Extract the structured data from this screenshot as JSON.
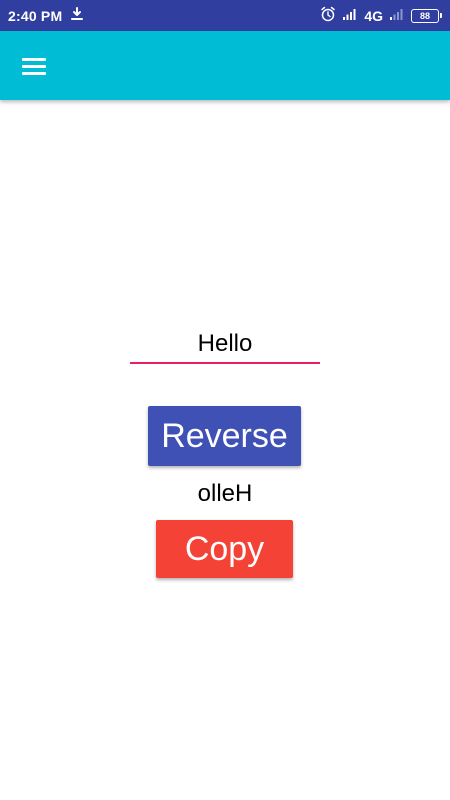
{
  "status_bar": {
    "time": "2:40 PM",
    "network": "4G",
    "battery": "88",
    "icons": [
      "download-icon",
      "alarm-icon",
      "signal-icon",
      "signal-weak-icon"
    ],
    "background_color": "#303F9F"
  },
  "toolbar": {
    "background_color": "#00BCD4",
    "menu_icon": "hamburger-menu-icon"
  },
  "main": {
    "input_value": "Hello",
    "reverse_label": "Reverse",
    "result_text": "olleH",
    "copy_label": "Copy"
  },
  "colors": {
    "input_underline": "#E91E63",
    "reverse_button": "#3F51B5",
    "copy_button": "#F44336"
  }
}
